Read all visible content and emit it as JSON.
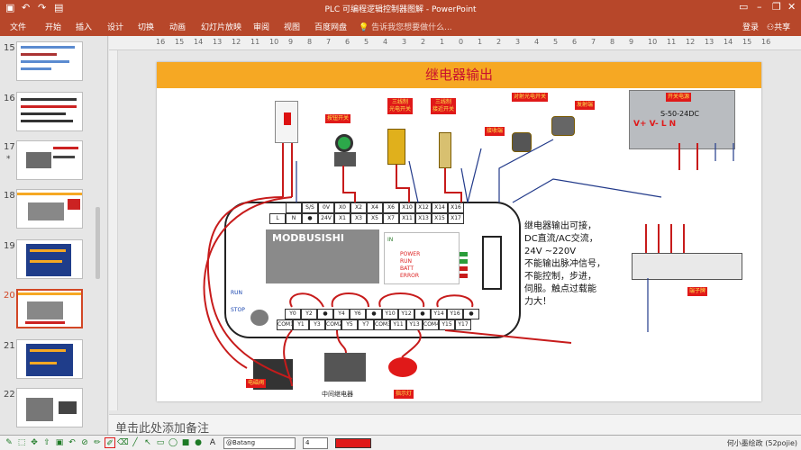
{
  "titlebar": {
    "title": "PLC 可编程逻辑控制器图解 - PowerPoint",
    "quick_access": [
      "save-icon",
      "undo-icon",
      "redo-icon",
      "start-from-beginning-icon"
    ],
    "window_controls": [
      "ribbon-display-icon",
      "minimize-icon",
      "restore-icon",
      "close-icon"
    ]
  },
  "ribbon": {
    "tabs": [
      "文件",
      "开始",
      "插入",
      "设计",
      "切换",
      "动画",
      "幻灯片放映",
      "审阅",
      "视图",
      "百度网盘"
    ],
    "tell_me": "告诉我您想要做什么...",
    "login": "登录",
    "share": "共享"
  },
  "slides_pane": {
    "items": [
      {
        "num": "15"
      },
      {
        "num": "16"
      },
      {
        "num": "17",
        "star": "*"
      },
      {
        "num": "18"
      },
      {
        "num": "19"
      },
      {
        "num": "20"
      },
      {
        "num": "21"
      },
      {
        "num": "22"
      }
    ],
    "active": "20"
  },
  "ruler": {
    "ticks": [
      "16",
      "15",
      "14",
      "13",
      "12",
      "11",
      "10",
      "9",
      "8",
      "7",
      "6",
      "5",
      "4",
      "3",
      "2",
      "1",
      "0",
      "1",
      "2",
      "3",
      "4",
      "5",
      "6",
      "7",
      "8",
      "9",
      "10",
      "11",
      "12",
      "13",
      "14",
      "15",
      "16"
    ]
  },
  "slide": {
    "title": "继电器输出",
    "brand": "MODBUSISHI",
    "in_label": "IN",
    "run": "RUN",
    "stop": "STOP",
    "status_leds": [
      "POWER",
      "RUN",
      "BATT",
      "ERROR"
    ],
    "top_terminals_row1": [
      "",
      "S/S",
      "0V",
      "X0",
      "X2",
      "X4",
      "X6",
      "X10",
      "X12",
      "X14",
      "X16"
    ],
    "top_terminals_row2": [
      "L",
      "N",
      "●",
      "24V",
      "X1",
      "X3",
      "X5",
      "X7",
      "X11",
      "X13",
      "X15",
      "X17"
    ],
    "bottom_terminals_row1": [
      "Y0",
      "Y2",
      "●",
      "Y4",
      "Y6",
      "●",
      "Y10",
      "Y12",
      "●",
      "Y14",
      "Y16",
      "●"
    ],
    "bottom_terminals_row2": [
      "COM1",
      "Y1",
      "Y3",
      "COM2",
      "Y5",
      "Y7",
      "COM3",
      "Y11",
      "Y13",
      "COM4",
      "Y15",
      "Y17"
    ],
    "note": "继电器输出可接，\nDC直流/AC交流，\n24V ~220V\n不能输出脉冲信号，\n不能控制，步进，\n伺服。触点过载能\n力大！",
    "labels": {
      "breaker": "",
      "button": "按钮开关",
      "three_wire_a": "三线制\n光电开关",
      "three_wire_b": "三线制\n接近开关",
      "reflective": "对射光电开关",
      "receiver": "接收端",
      "emitter": "发射端",
      "psu": "开关电源",
      "psu_model": "S-50-24DC",
      "psu_pins": "V+ V-    L  N",
      "terminal_block": "端子牌",
      "solenoid": "电磁阀",
      "relay": "中间继电器",
      "lamp": "指示灯"
    }
  },
  "notes": {
    "placeholder": "单击此处添加备注"
  },
  "bottombar": {
    "font": "@Batang",
    "size": "4",
    "status": "何小墨绘政 (52pojie)"
  }
}
